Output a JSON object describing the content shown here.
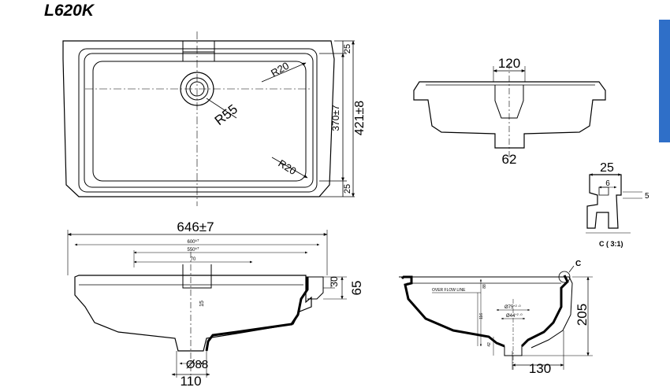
{
  "model_code": "L620K",
  "accent_color": "#2f6fc8",
  "top_view": {
    "radius_top": "R20",
    "radius_bottom": "R20",
    "drain_radius": "R55",
    "dim_top_rim": "25",
    "dim_bottom_rim": "25",
    "dim_inner": "370±7",
    "dim_total": "421±8"
  },
  "front_view": {
    "dim_top": "120",
    "dim_bottom": "62"
  },
  "detail_c": {
    "dim_width": "25",
    "dim_inner": "6",
    "dim_height": "5",
    "label": "C ( 3:1)"
  },
  "side_view": {
    "dim_overall": "646±7",
    "dim_600": "600",
    "dim_600_tol": "±7",
    "dim_550": "550",
    "dim_550_tol": "±7",
    "dim_70": "70",
    "dim_15": "15",
    "dim_rim": "30",
    "dim_height": "65",
    "dim_drain": "Ø88",
    "dim_drain_width": "110"
  },
  "section_view": {
    "overflow_label": "OVER FLOW LINE",
    "dim_88": "88",
    "dim_116": "116",
    "dim_75": "Ø75",
    "dim_75_tol": "+2 -0",
    "dim_44": "Ø44",
    "dim_44_tol": "+2 -0",
    "dim_42": "42",
    "detail_marker": "C",
    "dim_height": "205",
    "dim_base": "130"
  }
}
